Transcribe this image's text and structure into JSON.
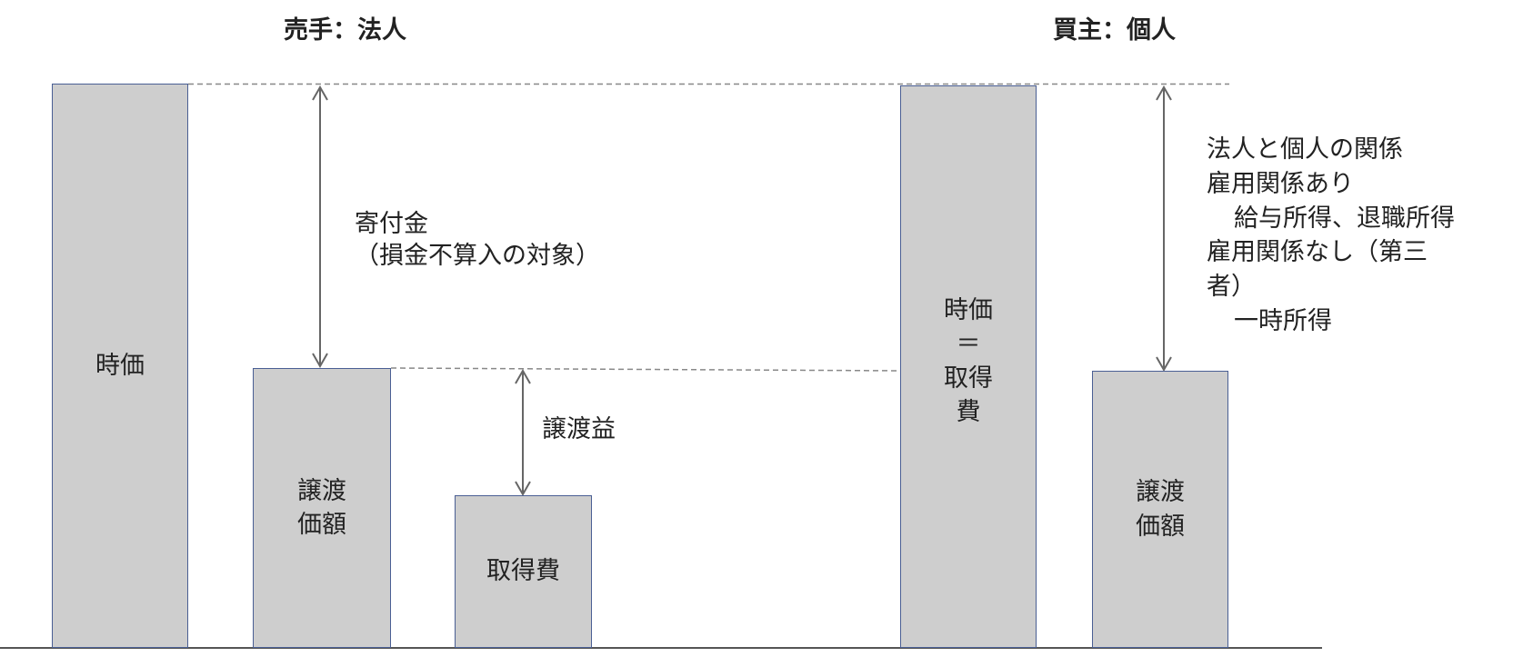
{
  "seller_heading": "売手：法人",
  "buyer_heading": "買主：個人",
  "bars": {
    "seller_market_value": "時価",
    "seller_transfer_price": "譲渡\n価額",
    "seller_acquisition_cost": "取得費",
    "buyer_market_value": "時価\n＝\n取得\n費",
    "buyer_transfer_price": "譲渡\n価額"
  },
  "donation_label": {
    "line1": "寄付金",
    "line2": "（損金不算入の対象）"
  },
  "transfer_gain_label": "譲渡益",
  "relationship_notes": {
    "line1": "法人と個人の関係",
    "line2": "雇用関係あり",
    "line3": "給与所得、退職所得",
    "line4": "雇用関係なし（第三",
    "line5": "者）",
    "line6": "一時所得"
  },
  "colors": {
    "bar_fill": "#cecece",
    "bar_border": "#4a5f94",
    "guide_line": "#888888",
    "arrow": "#666666",
    "baseline": "#555555"
  }
}
